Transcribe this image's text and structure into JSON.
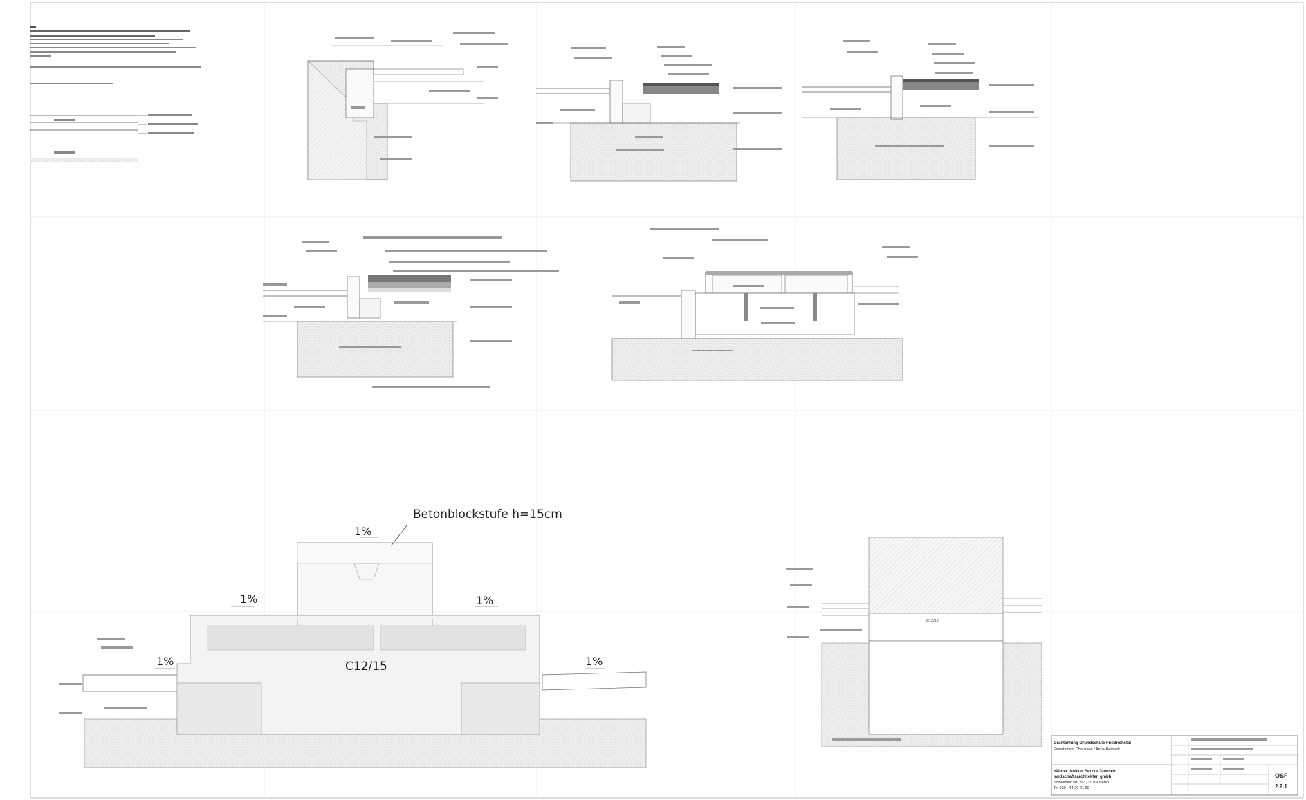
{
  "drawing": {
    "section_main": {
      "step_label": "Betonblockstufe h=15cm",
      "slope_top": "1%",
      "slope_left_upper": "1%",
      "slope_right_upper": "1%",
      "slope_left_lower": "1%",
      "slope_right_lower": "1%",
      "concrete_class": "C12/15"
    },
    "section_right_bottom": {
      "concrete_class": "C12/15"
    }
  },
  "title_block": {
    "project_line1": "Grantanlung Grundschule Friedrichstal",
    "project_line2": "Fernsteinstr. Chaussee / Anna-Heimerk",
    "office_line1": "hähner jirnäker Setzke Janesch",
    "office_line2": "landschaftsarchitekten gmbh",
    "office_line3": "Schwedter Str. 263, 10119 Berlin",
    "office_line4": "Tel 030 - 44 20 21 60",
    "sheet_code": "OSF",
    "sheet_number": "2.2.1"
  }
}
